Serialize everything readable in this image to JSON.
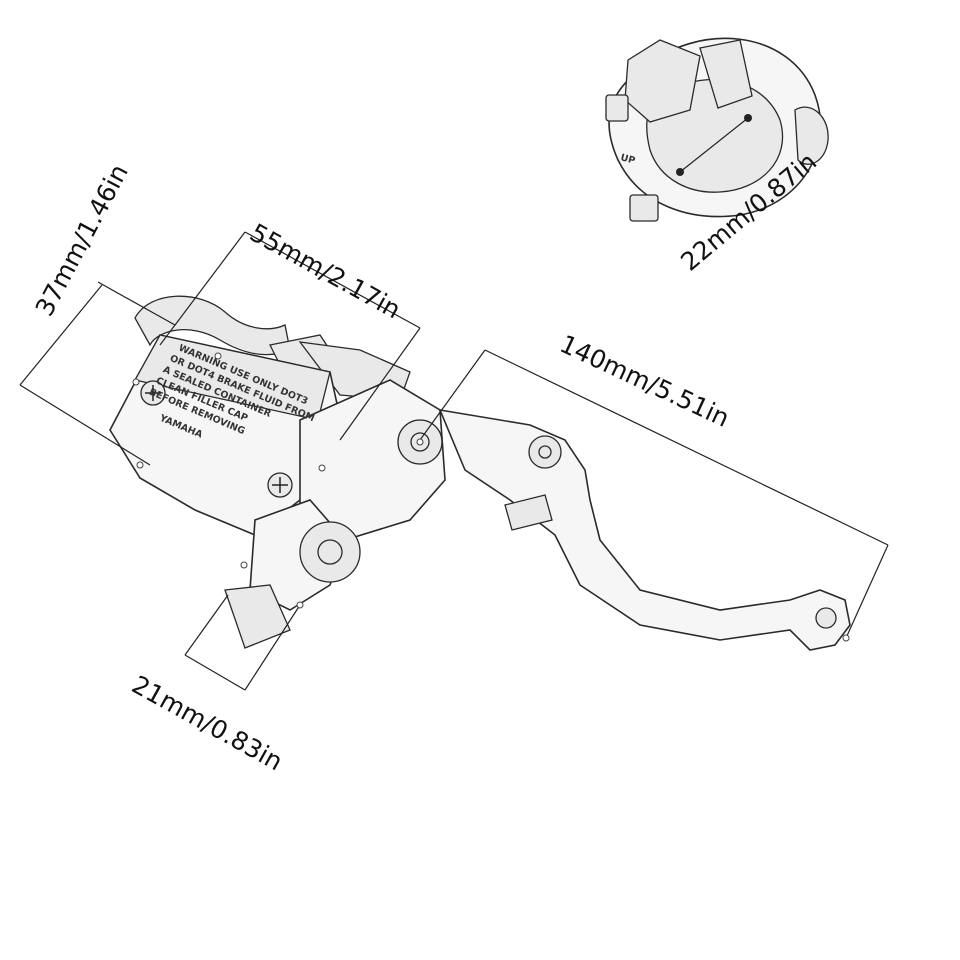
{
  "dimensions": {
    "height": "37mm/1.46in",
    "width": "55mm/2.17in",
    "lever_length": "140mm/5.51in",
    "mount_depth": "21mm/0.83in",
    "clamp_diameter": "22mm/0.87in"
  },
  "reservoir_label": {
    "line1": "WARNING USE ONLY DOT3",
    "line2": "OR DOT4 BRAKE FLUID FROM",
    "line3": "A SEALED CONTAINER",
    "line4": "CLEAN FILLER CAP",
    "line5": "BEFORE REMOVING",
    "brand": "YAMAHA"
  },
  "clamp_mark": "UP"
}
